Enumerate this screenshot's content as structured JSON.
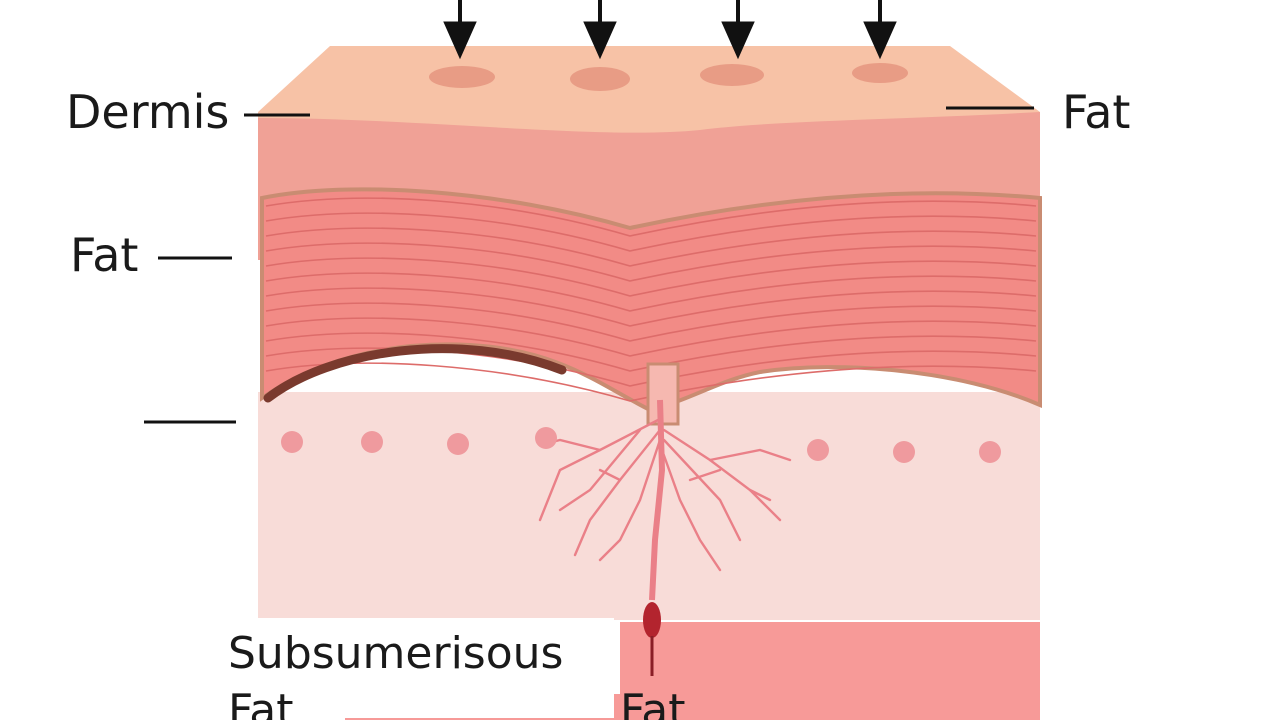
{
  "labels": {
    "dermis": "Dermis",
    "fat_top_right": "Fat",
    "fat_left": "Fat",
    "subsumerisous": "Subsumerisous",
    "fat_bottom_left": "Fat",
    "fat_bottom_center": "Fat"
  },
  "arrows": {
    "count": 4,
    "direction": "down"
  },
  "colors": {
    "epidermis": "#f7c2a6",
    "dermis_band": "#f0a196",
    "fat_layer": "#f28b86",
    "fat_layer_lines": "#dd6c6a",
    "subcutis": "#f8dcd8",
    "vessels": "#ea8088",
    "dark_band": "#7a3a2e",
    "bottom_block": "#f79a98"
  }
}
